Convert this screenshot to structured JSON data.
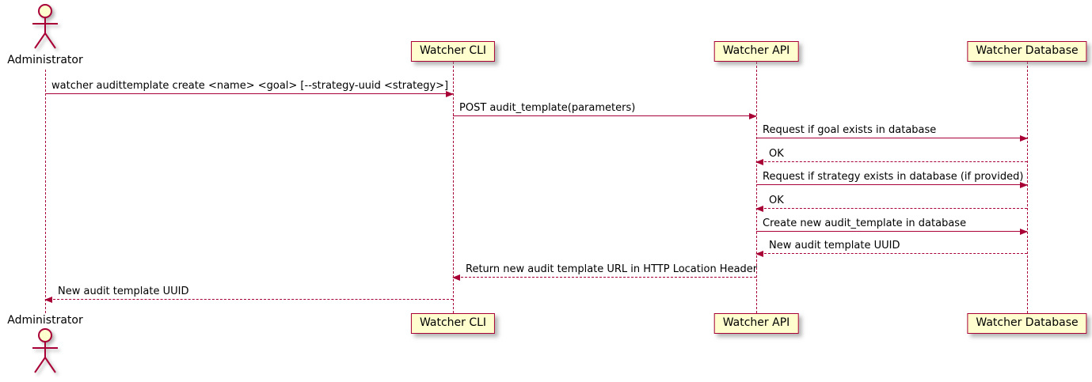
{
  "diagram": {
    "type": "sequence-diagram",
    "colors": {
      "accent": "#A80036",
      "participant_fill": "#FEFECE",
      "background": "#FFFFFF"
    },
    "actor": {
      "name": "Administrator"
    },
    "participants": [
      {
        "name": "Watcher CLI"
      },
      {
        "name": "Watcher API"
      },
      {
        "name": "Watcher Database"
      }
    ],
    "messages": [
      {
        "from": "Administrator",
        "to": "Watcher CLI",
        "label": "watcher audittemplate create <name> <goal> [--strategy-uuid <strategy>]",
        "type": "solid",
        "direction": "right"
      },
      {
        "from": "Watcher CLI",
        "to": "Watcher API",
        "label": "POST audit_template(parameters)",
        "type": "solid",
        "direction": "right"
      },
      {
        "from": "Watcher API",
        "to": "Watcher Database",
        "label": "Request if goal exists in database",
        "type": "solid",
        "direction": "right"
      },
      {
        "from": "Watcher Database",
        "to": "Watcher API",
        "label": "OK",
        "type": "dashed",
        "direction": "left"
      },
      {
        "from": "Watcher API",
        "to": "Watcher Database",
        "label": "Request if strategy exists in database (if provided)",
        "type": "solid",
        "direction": "right"
      },
      {
        "from": "Watcher Database",
        "to": "Watcher API",
        "label": "OK",
        "type": "dashed",
        "direction": "left"
      },
      {
        "from": "Watcher API",
        "to": "Watcher Database",
        "label": "Create new audit_template in database",
        "type": "solid",
        "direction": "right"
      },
      {
        "from": "Watcher Database",
        "to": "Watcher API",
        "label": "New audit template UUID",
        "type": "dashed",
        "direction": "left"
      },
      {
        "from": "Watcher API",
        "to": "Watcher CLI",
        "label": "Return new audit template URL in HTTP Location Header",
        "type": "dashed",
        "direction": "left"
      },
      {
        "from": "Watcher CLI",
        "to": "Administrator",
        "label": "New audit template UUID",
        "type": "dashed",
        "direction": "left"
      }
    ]
  }
}
